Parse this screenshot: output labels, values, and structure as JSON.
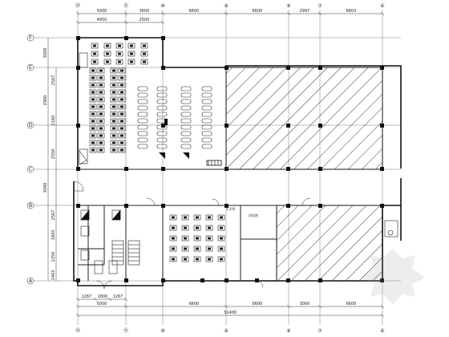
{
  "drawing": {
    "top_axes": [
      "⑫",
      "⑪",
      "⑩",
      "⑨",
      "⑧",
      "⑦",
      "⑥"
    ],
    "bottom_axes": [
      "⑫",
      "⑪",
      "⑩",
      "⑨",
      "⑧",
      "⑦",
      "⑥"
    ],
    "left_axes": [
      "F",
      "E",
      "D",
      "C",
      "B",
      "A"
    ],
    "top_dims_row1": [
      "5000",
      "3600",
      "6600",
      "6600",
      "2997",
      "6603"
    ],
    "top_dims_row2": [
      "4950",
      "2500"
    ],
    "left_dims": [
      "3000",
      "2567",
      "2900",
      "2160",
      "2550",
      "3040",
      "2567",
      "1843",
      "2250",
      "1463"
    ],
    "bottom_dims_row1": [
      "1267",
      "1800",
      "1267"
    ],
    "bottom_dims_row2": [
      "5000",
      "6600",
      "6600",
      "3000",
      "6600"
    ],
    "bottom_total": "31400",
    "room_labels": [
      "1.200",
      "风机房"
    ]
  }
}
